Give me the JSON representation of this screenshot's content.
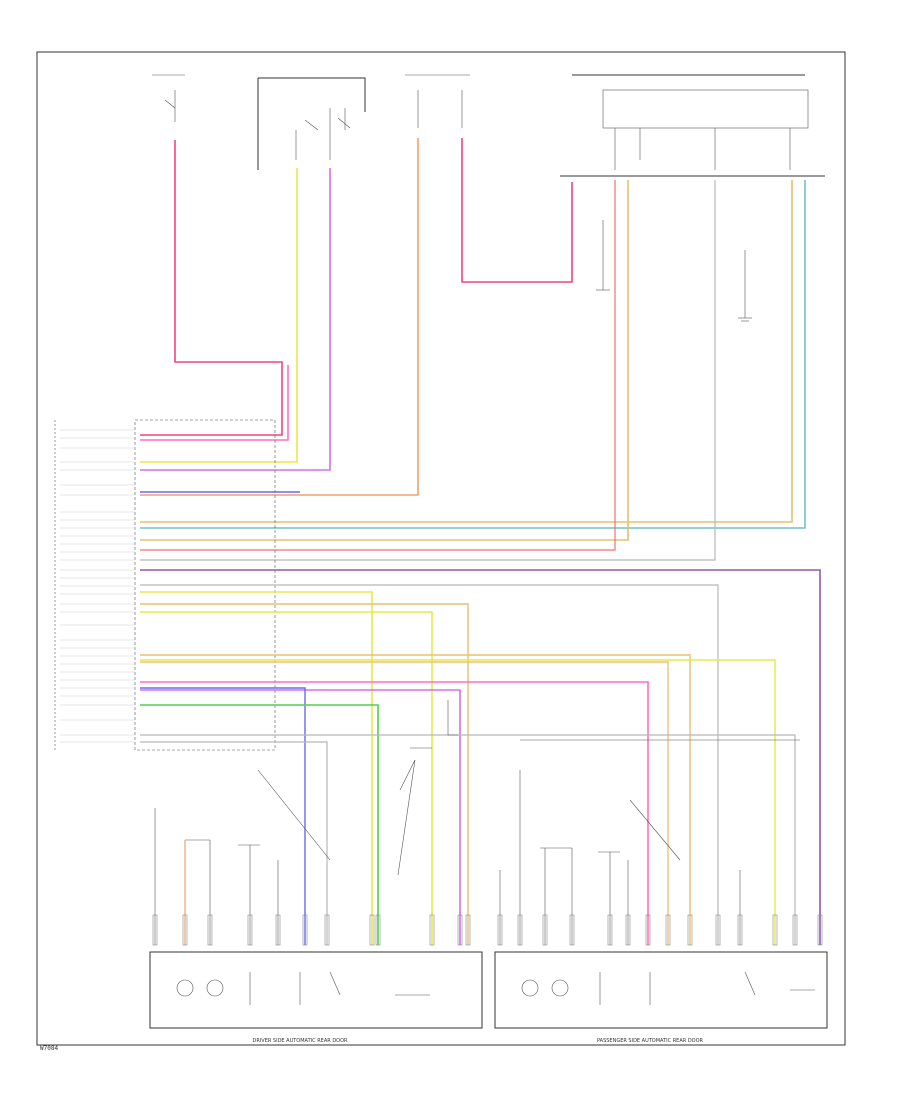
{
  "diagram": {
    "bottom_left_module_title": "DRIVER SIDE AUTOMATIC REAR DOOR",
    "bottom_right_module_title": "PASSENGER SIDE AUTOMATIC REAR DOOR",
    "corner_code": "W7084"
  },
  "colors": {
    "red": "#f0457a",
    "pink": "#ff6fbf",
    "yellow": "#e8e84a",
    "violet": "#d070e8",
    "orange": "#f0a070",
    "blue": "#6a6af0",
    "teal": "#70c0c8",
    "tan": "#e8c070",
    "green": "#50d050",
    "gray": "#b8b8b8",
    "purple": "#9058b0",
    "line": "#333333"
  }
}
